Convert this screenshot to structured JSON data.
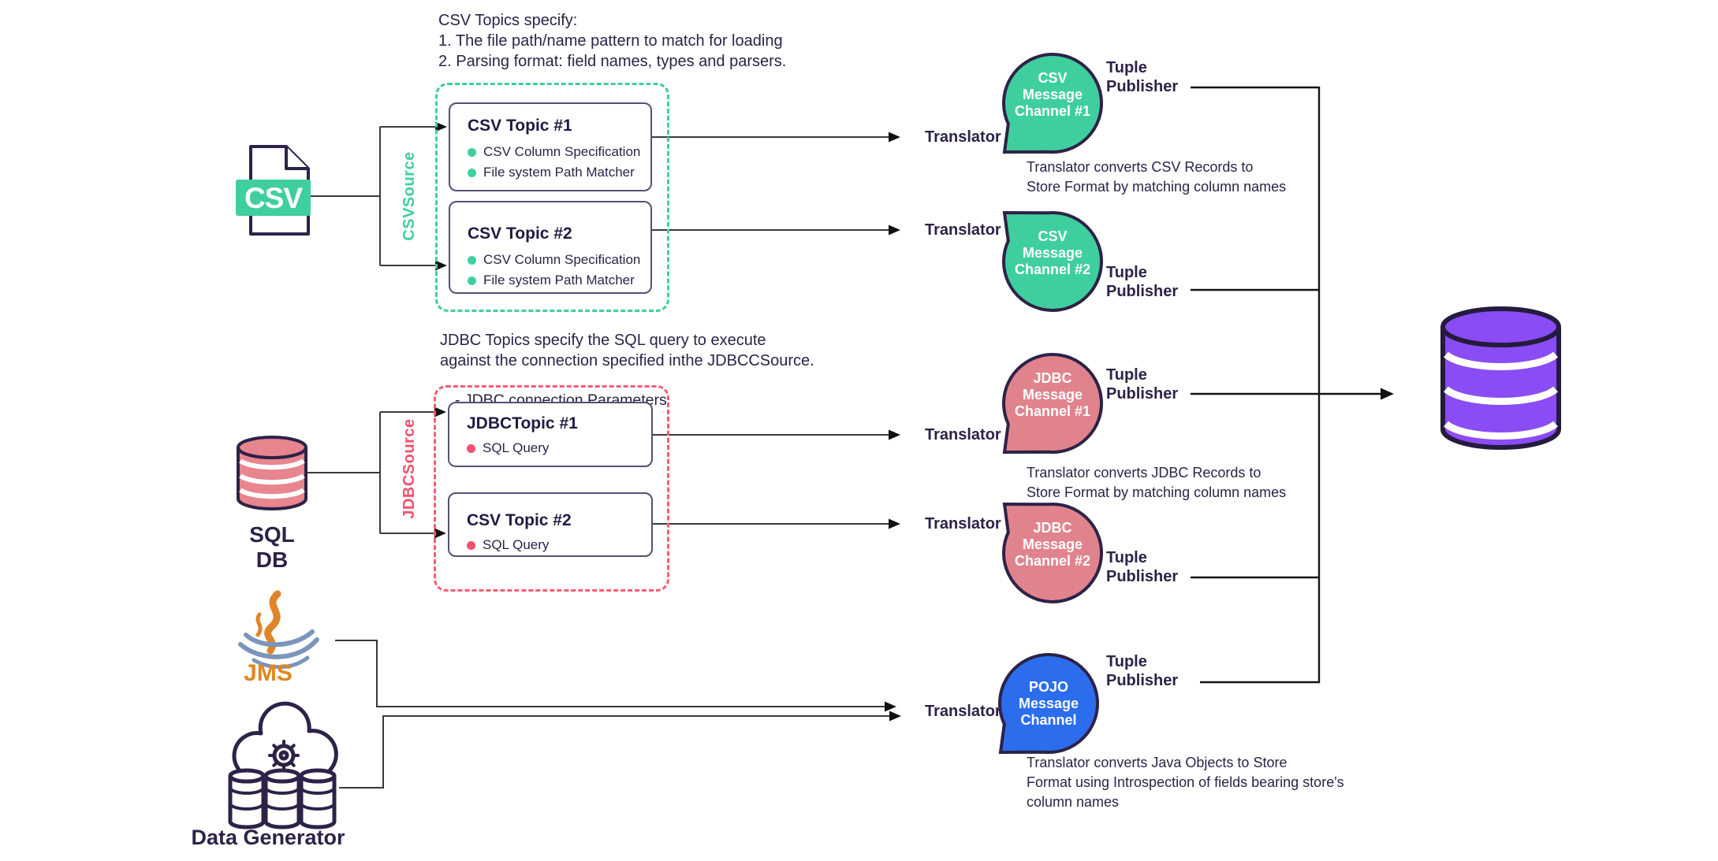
{
  "colors": {
    "green": "#3fcf9e",
    "pink_dashed": "#f75c72",
    "pink_accent": "#f4506e",
    "salmon_bubble": "#e0838d",
    "blue_bubble": "#2b6ded",
    "purple_db": "#8a4cf5",
    "dark_text": "#2d2247",
    "orange_jms": "#e0871f"
  },
  "notes": {
    "csv_1": "CSV Topics specify:",
    "csv_2": "1. The file path/name pattern to match for loading",
    "csv_3": "2. Parsing format: field names, types and parsers.",
    "jdbc_1": "JDBC Topics specify the SQL query to execute",
    "jdbc_2": "against the connection specified inthe JDBCCSource.",
    "jdbc_param": "- JDBC connection Parameters"
  },
  "sources": {
    "csv_file_label": "CSV",
    "csv_source": "CSVSource",
    "sql_db": "SQL DB",
    "jdbc_source": "JDBCSource",
    "jms": "JMS",
    "data_generator": "Data Generator"
  },
  "topics": [
    {
      "title": "CSV Topic #1",
      "bullets": [
        "CSV Column Specification",
        "File system Path Matcher"
      ]
    },
    {
      "title": "CSV Topic #2",
      "bullets": [
        "CSV Column Specification",
        "File system Path Matcher"
      ]
    },
    {
      "title": "JDBCTopic #1",
      "bullets": [
        "SQL Query"
      ]
    },
    {
      "title": "CSV Topic #2",
      "bullets": [
        "SQL Query"
      ]
    }
  ],
  "labels": {
    "translator": "Translator",
    "tuple_publisher": "Tuple Publisher"
  },
  "channels": {
    "csv1": "CSV Message Channel #1",
    "csv2": "CSV Message Channel #2",
    "jdbc1": "JDBC Message Channel #1",
    "jdbc2": "JDBC Message Channel #2",
    "pojo": "POJO Message Channel"
  },
  "captions": {
    "csv": [
      "Translator converts CSV Records to",
      "Store Format by matching column names"
    ],
    "jdbc": [
      "Translator converts JDBC Records to",
      "Store Format by matching column names"
    ],
    "pojo": [
      "Translator converts Java Objects to Store",
      "Format using Introspection of fields bearing store's",
      "column names"
    ]
  }
}
